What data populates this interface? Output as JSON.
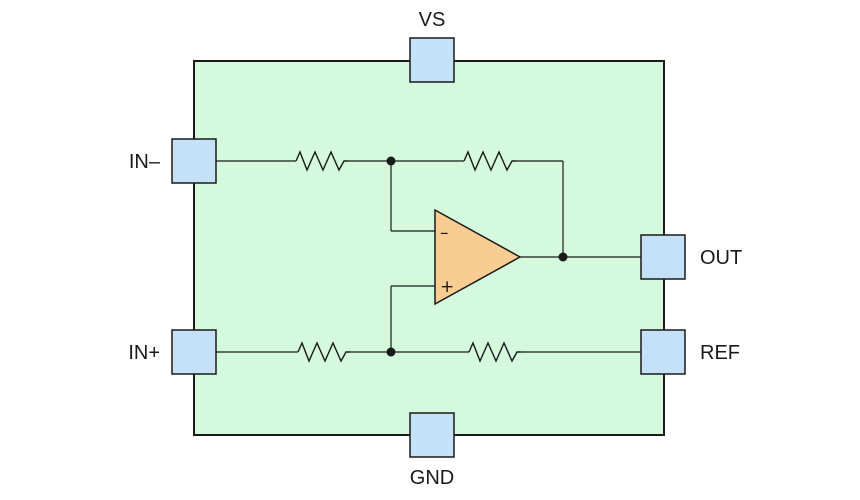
{
  "pins": {
    "vs": "VS",
    "gnd": "GND",
    "in_minus": "IN–",
    "in_plus": "IN+",
    "out": "OUT",
    "ref": "REF"
  },
  "opamp": {
    "minus_sign": "–",
    "plus_sign": "+"
  },
  "colors": {
    "body_fill": "#d5f9dc",
    "pin_fill": "#c4e1f8",
    "opamp_fill": "#f9cd92",
    "line": "#1a1a1a"
  }
}
